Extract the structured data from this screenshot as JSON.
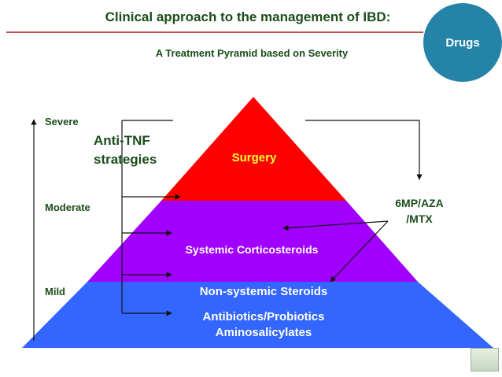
{
  "title": "Clinical approach to the management of IBD:",
  "subtitle": "A Treatment Pyramid based on Severity",
  "badge": "Drugs",
  "severity": {
    "severe": "Severe",
    "moderate": "Moderate",
    "mild": "Mild"
  },
  "anti_tnf": {
    "line1": "Anti-TNF",
    "line2": "strategies"
  },
  "tiers": {
    "surgery": "Surgery",
    "corticosteroids": "Systemic Corticosteroids",
    "non_systemic": "Non-systemic Steroids",
    "antibiotics": "Antibiotics/Probiotics",
    "aminosalicylates": "Aminosalicylates"
  },
  "immunomodulators": {
    "line1": "6MP/AZA",
    "line2": "/MTX"
  },
  "colors": {
    "top": "#ff0000",
    "middle": "#a100ff",
    "bottom": "#3366ff",
    "badge": "#2583a8",
    "text": "#1a4d1a"
  }
}
